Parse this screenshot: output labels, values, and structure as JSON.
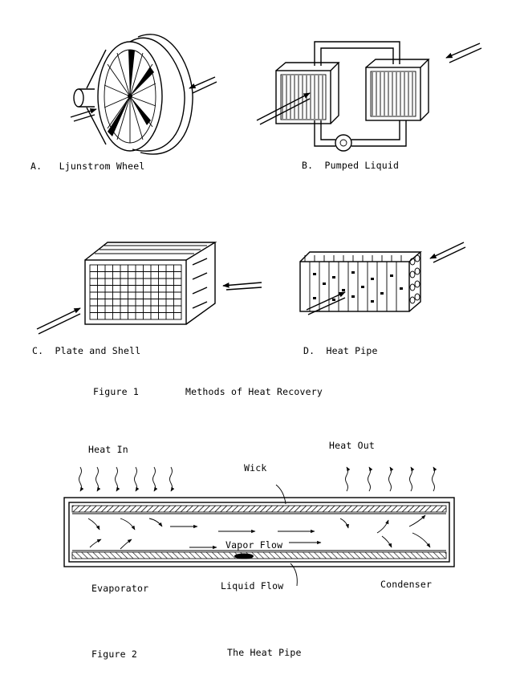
{
  "figure1": {
    "labels": {
      "a": "A.   Ljunstrom Wheel",
      "b": "B.  Pumped Liquid",
      "c": "C.  Plate and Shell",
      "d": "D.  Heat Pipe"
    },
    "caption_number": "Figure 1",
    "caption_title": "Methods of Heat Recovery"
  },
  "figure2": {
    "heat_in": "Heat In",
    "heat_out": "Heat Out",
    "wick": "Wick",
    "vapor_flow": "Vapor Flow",
    "evaporator": "Evaporator",
    "liquid_flow": "Liquid Flow",
    "condenser": "Condenser",
    "caption_number": "Figure 2",
    "caption_title": "The Heat Pipe"
  }
}
